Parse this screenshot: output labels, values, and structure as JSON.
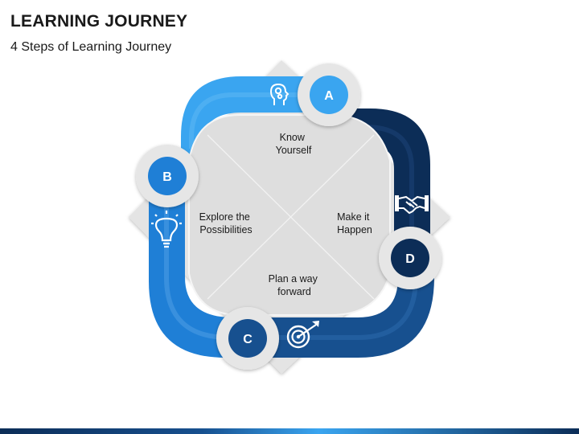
{
  "header": {
    "title": "LEARNING JOURNEY",
    "subtitle": "4 Steps of Learning Journey"
  },
  "steps": [
    {
      "letter": "A",
      "line1": "Know",
      "line2": "Yourself",
      "icon": "head-gears-icon",
      "color": "#3aa5f0"
    },
    {
      "letter": "B",
      "line1": "Explore the",
      "line2": "Possibilities",
      "icon": "lightbulb-icon",
      "color": "#1f7fd6"
    },
    {
      "letter": "C",
      "line1": "Plan a way",
      "line2": "forward",
      "icon": "target-arrow-icon",
      "color": "#17508f"
    },
    {
      "letter": "D",
      "line1": "Make it",
      "line2": "Happen",
      "icon": "handshake-icon",
      "color": "#0c2d57"
    }
  ],
  "colors": {
    "step_a": "#3aa5f0",
    "step_b": "#1f7fd6",
    "step_c": "#17508f",
    "step_d": "#0c2d57",
    "panel": "#dedede",
    "diamond": "#e4e4e4"
  }
}
